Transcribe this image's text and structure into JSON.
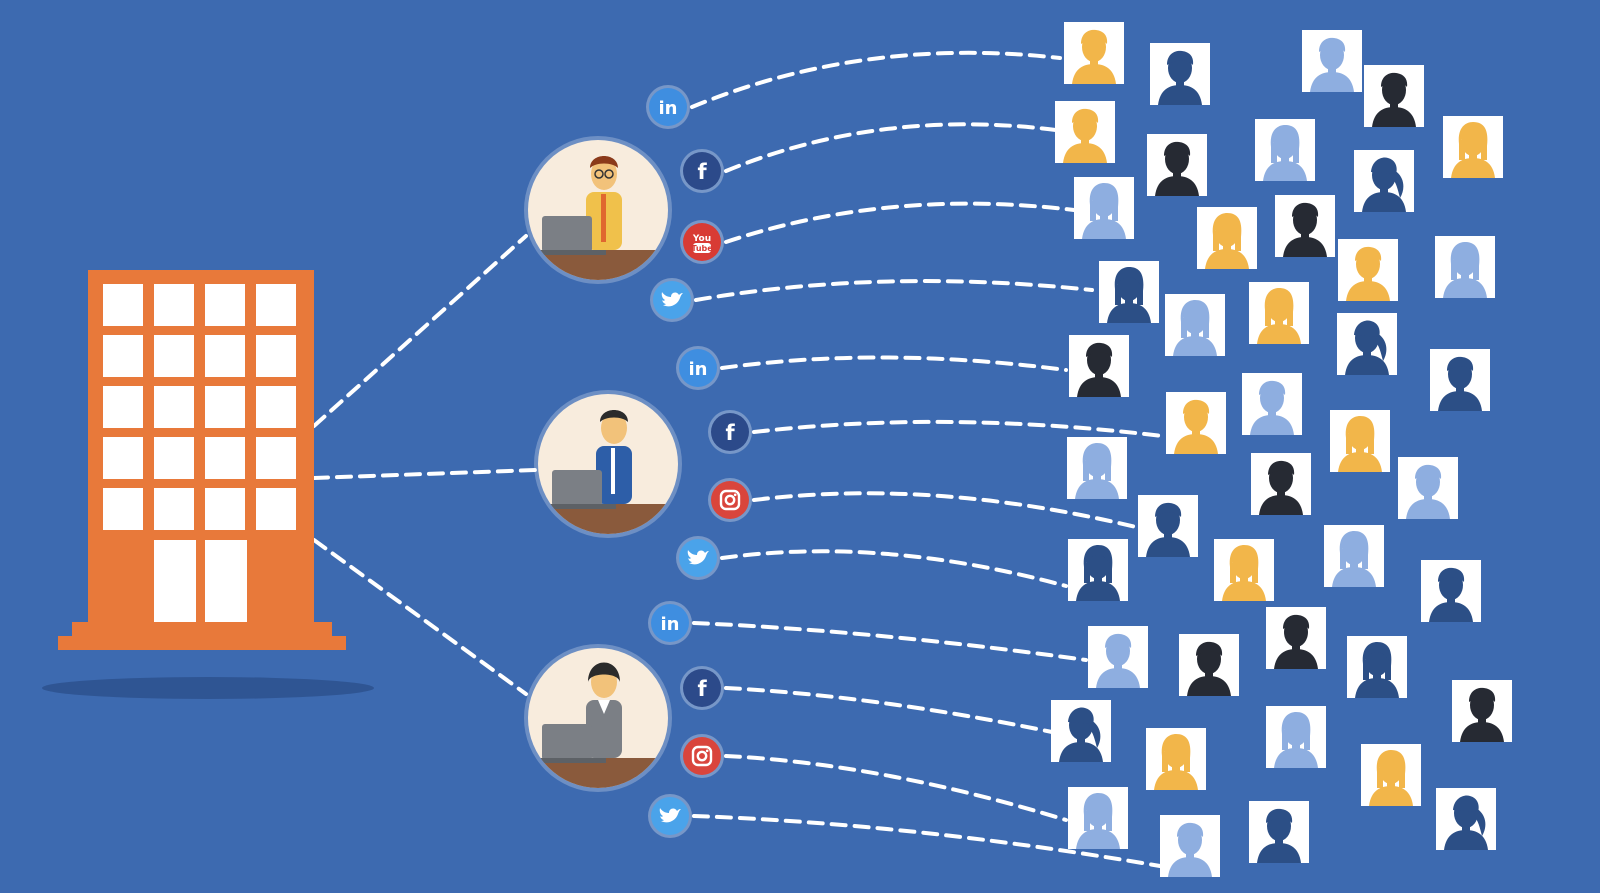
{
  "palette": {
    "background": "#3d6ab0",
    "building": "#e8793a",
    "window": "#ffffff",
    "dash": "#ffffff",
    "shadow": "#2f5593",
    "avatar_bg": "#f8ecdd",
    "avatar_desk": "#8a5a3c",
    "laptop": "#7b7f85"
  },
  "silhouette_colors": {
    "orange": "#f2b64a",
    "light": "#8eaee0",
    "navy": "#2c4f86",
    "black": "#262a33"
  },
  "social_icons": {
    "linkedin": {
      "label": "in",
      "icon": "linkedin-icon",
      "color": "#3f8ee0"
    },
    "facebook": {
      "label": "f",
      "icon": "facebook-icon",
      "color": "#2c4a8a"
    },
    "youtube": {
      "label": "You Tube",
      "icon": "youtube-icon",
      "color": "#d83b34"
    },
    "instagram": {
      "label": "",
      "icon": "instagram-icon",
      "color": "#d9453c"
    },
    "twitter": {
      "label": "",
      "icon": "twitter-icon",
      "color": "#4aa3ea"
    }
  },
  "employees": [
    {
      "id": "employee-glasses",
      "icon": "employee-glasses-icon",
      "channels": [
        "linkedin",
        "facebook",
        "youtube",
        "twitter"
      ]
    },
    {
      "id": "employee-suit",
      "icon": "employee-suit-icon",
      "channels": [
        "linkedin",
        "facebook",
        "instagram",
        "twitter"
      ]
    },
    {
      "id": "employee-woman",
      "icon": "employee-woman-icon",
      "channels": [
        "linkedin",
        "facebook",
        "instagram",
        "twitter"
      ]
    }
  ]
}
